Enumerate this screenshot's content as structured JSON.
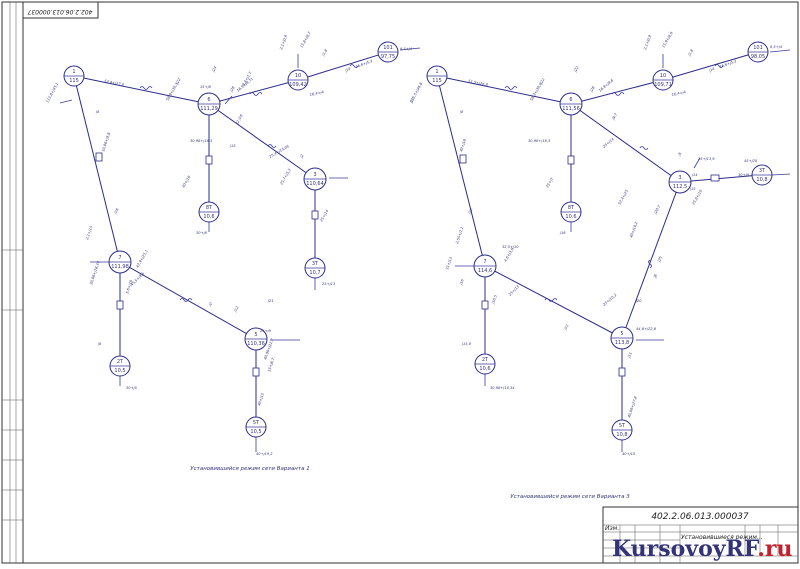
{
  "doc_code": "402.2.06.013.000037",
  "doc_code_rotated": "402.2.06.013.000037",
  "stamp_title": "Установившиеся режим…",
  "stamp_small": "Изм.",
  "logo_part1": "KursovoyRF",
  "logo_part2": ".ru",
  "colors": {
    "line": "#2c2c8a",
    "logo_blue": "#1d3a8f",
    "logo_red": "#c8202b"
  },
  "diagram1": {
    "caption": "Установившийся режим сети Варианта 1",
    "nodes": [
      {
        "id": "1",
        "value": "115"
      },
      {
        "id": "6",
        "value": "111,29"
      },
      {
        "id": "10",
        "value": "109,42"
      },
      {
        "id": "101",
        "value": "97,75"
      },
      {
        "id": "3",
        "value": "110,64"
      },
      {
        "id": "7",
        "value": "111,98"
      },
      {
        "id": "8T",
        "value": "10,6"
      },
      {
        "id": "3T",
        "value": "10,7"
      },
      {
        "id": "2T",
        "value": "10,5"
      },
      {
        "id": "5",
        "value": "110,36"
      },
      {
        "id": "5T",
        "value": "10,5"
      }
    ],
    "labels": [
      "113,8+j45,1",
      "j8",
      "52,4+j27,8",
      "j22",
      "58,9+j30,3",
      "j24",
      "j28",
      "2,1+j0,9",
      "15,8+j8,7",
      "j1,8",
      "16,9+j8,71",
      "j14",
      "8,5+j4",
      "16,4+j4",
      "16,6+j5,3",
      "8,4+j1,7",
      "15+j8",
      "j16",
      "30,98+j18,3",
      "j2",
      "j15",
      "25,4+j13,05",
      "25,7+j5,3",
      "j2",
      "25+j14",
      "40+j18",
      "30+j8",
      "25+j13",
      "10,98+j9,8",
      "j16",
      "2,1+j13",
      "30,98+j18,34",
      "5,6+j10",
      "j8",
      "30+j5",
      "45,5+j8,5",
      "42,9+j25,1",
      "j12",
      "24+j9",
      "j2",
      "40,99+j22,7",
      "j21",
      "15+j8,7",
      "40+j15",
      "40+j19,2"
    ]
  },
  "diagram2": {
    "caption": "Установившийся режим сети Варианта 3",
    "nodes": [
      {
        "id": "1",
        "value": "115"
      },
      {
        "id": "6",
        "value": "111,56"
      },
      {
        "id": "10",
        "value": "109,71"
      },
      {
        "id": "101",
        "value": "98,05"
      },
      {
        "id": "3",
        "value": "112,5"
      },
      {
        "id": "7",
        "value": "114,6"
      },
      {
        "id": "8T",
        "value": "10,6"
      },
      {
        "id": "3T",
        "value": "10,8"
      },
      {
        "id": "2T",
        "value": "10,6"
      },
      {
        "id": "5",
        "value": "113,8"
      },
      {
        "id": "5T",
        "value": "10,8"
      }
    ],
    "labels": [
      "113,5+j46,8",
      "j8",
      "51,5+j26,8",
      "j22",
      "58,3+j30,8",
      "j22",
      "j28",
      "2,1+j0,9",
      "15,9+j8,6",
      "j1,8",
      "16,8+j8,6",
      "j14",
      "8,5+j4",
      "16,4+j4",
      "16,6+j5,3",
      "j9,7",
      "j5",
      "30,98+j18,3",
      "25+j13,9",
      "j14",
      "30+j8",
      "45+j20",
      "j15",
      "25+j14",
      "25,6+j10",
      "j20,7",
      "52,4+j25",
      "j25",
      "25+j7",
      "j16",
      "40+j18",
      "j12",
      "2,55+j7,1",
      "31+j13",
      "32,5+j10",
      "j16",
      "j10,5",
      "j15,8",
      "30,98+j18,34",
      "25+j13",
      "4,6+j3,8",
      "j11",
      "44,6+j22,6",
      "23+j10,2",
      "j11",
      "j20",
      "40,99+j27,8",
      "40+j15",
      "40+j19,2",
      "j8",
      "j17"
    ]
  }
}
